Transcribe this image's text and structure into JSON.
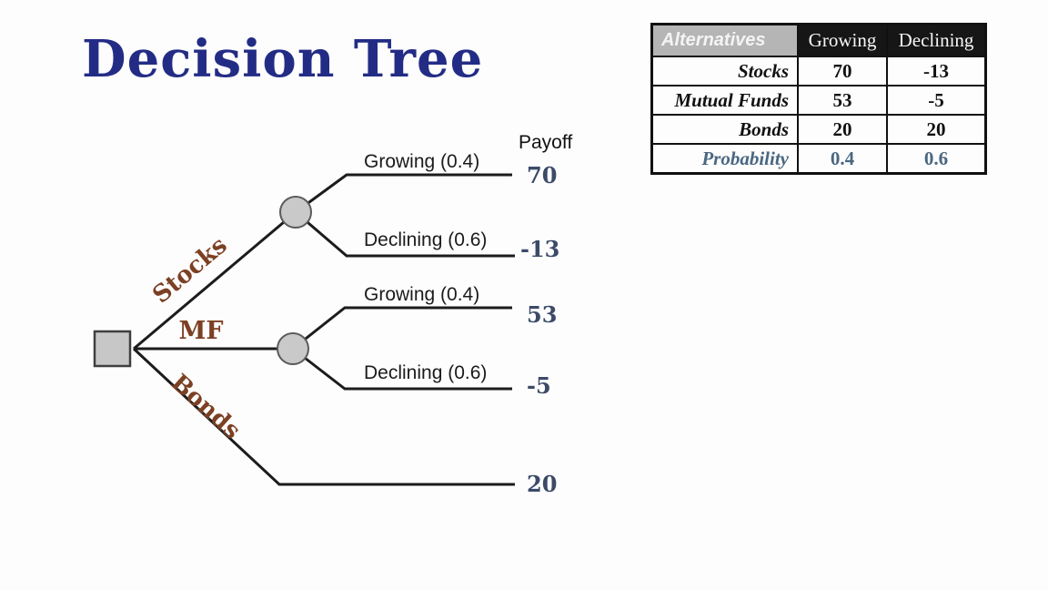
{
  "title": "Decision Tree",
  "colors": {
    "title_navy": "#232c85",
    "branch_brown": "#7c4023",
    "payoff_slate": "#3c4a68",
    "probability_blue": "#4a6781",
    "table_header_bg": "#161616",
    "alternatives_header_bg": "#b5b5b5",
    "node_fill": "#c7c7c7"
  },
  "table": {
    "headers": [
      "Alternatives",
      "Growing",
      "Declining"
    ],
    "rows": [
      {
        "label": "Stocks",
        "growing": "70",
        "declining": "-13"
      },
      {
        "label": "Mutual Funds",
        "growing": "53",
        "declining": "-5"
      },
      {
        "label": "Bonds",
        "growing": "20",
        "declining": "20"
      },
      {
        "label": "Probability",
        "growing": "0.4",
        "declining": "0.6"
      }
    ]
  },
  "tree": {
    "payoff_header": "Payoff",
    "branches": {
      "stocks": {
        "label": "Stocks",
        "outcomes": {
          "growing": {
            "label": "Growing (0.4)",
            "payoff": "70"
          },
          "declining": {
            "label": "Declining (0.6)",
            "payoff": "-13"
          }
        }
      },
      "mf": {
        "label": "MF",
        "outcomes": {
          "growing": {
            "label": "Growing (0.4)",
            "payoff": "53"
          },
          "declining": {
            "label": "Declining (0.6)",
            "payoff": "-5"
          }
        }
      },
      "bonds": {
        "label": "Bonds",
        "payoff": "20"
      }
    }
  }
}
